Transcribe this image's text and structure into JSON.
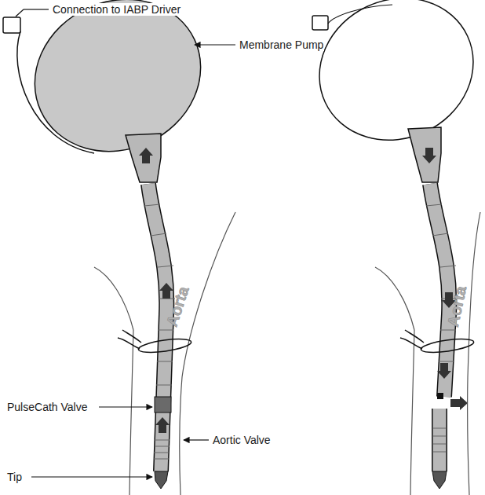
{
  "diagram": {
    "labels": [
      "Connection to IABP Driver",
      "Membrane Pump",
      "Aorta",
      "PulseCath Valve",
      "Aortic Valve",
      "Tip",
      "Aorta"
    ]
  }
}
